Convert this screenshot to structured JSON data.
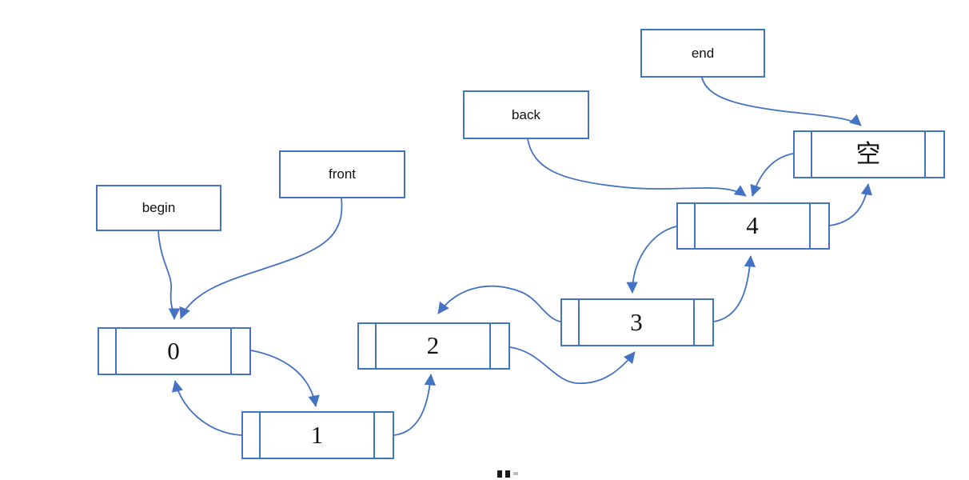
{
  "diagram": {
    "title": "doubly-linked-list-with-sentinel",
    "colors": {
      "stroke": "#4472C4",
      "text": "#111111",
      "background": "#ffffff"
    },
    "pointer_labels": [
      {
        "id": "begin",
        "label": "begin"
      },
      {
        "id": "front",
        "label": "front"
      },
      {
        "id": "back",
        "label": "back"
      },
      {
        "id": "end",
        "label": "end"
      }
    ],
    "nodes": [
      {
        "id": "node-0",
        "value": "0"
      },
      {
        "id": "node-1",
        "value": "1"
      },
      {
        "id": "node-2",
        "value": "2"
      },
      {
        "id": "node-3",
        "value": "3"
      },
      {
        "id": "node-4",
        "value": "4"
      },
      {
        "id": "node-null",
        "value": "空"
      }
    ],
    "edges": [
      {
        "from": "begin",
        "to": "node-0"
      },
      {
        "from": "front",
        "to": "node-0"
      },
      {
        "from": "back",
        "to": "node-4"
      },
      {
        "from": "end",
        "to": "node-null"
      },
      {
        "from": "node-0",
        "to": "node-1",
        "pointer": "next"
      },
      {
        "from": "node-1",
        "to": "node-0",
        "pointer": "prev"
      },
      {
        "from": "node-1",
        "to": "node-2",
        "pointer": "next"
      },
      {
        "from": "node-2",
        "to": "node-3",
        "pointer": "next"
      },
      {
        "from": "node-3",
        "to": "node-2",
        "pointer": "prev"
      },
      {
        "from": "node-3",
        "to": "node-4",
        "pointer": "next"
      },
      {
        "from": "node-4",
        "to": "node-3",
        "pointer": "prev"
      },
      {
        "from": "node-4",
        "to": "node-null",
        "pointer": "next"
      },
      {
        "from": "node-null",
        "to": "node-4",
        "pointer": "prev"
      }
    ],
    "footer": {
      "clipped_caption": true
    }
  }
}
